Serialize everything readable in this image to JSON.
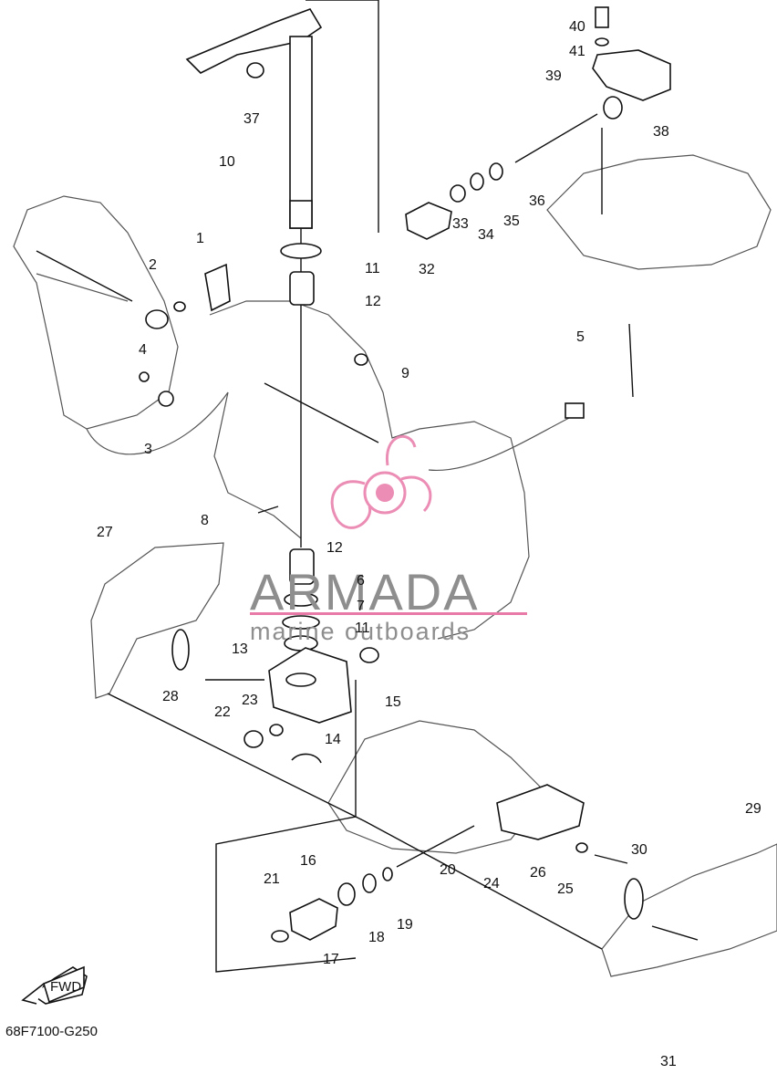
{
  "diagram_code": "68F7100-G250",
  "fwd_label": "FWD",
  "watermark": {
    "brand": "ARMADA",
    "tagline": "marine outboards",
    "logo_color": "#e87aa8",
    "text_color": "#8e8e8e"
  },
  "callouts": [
    "40",
    "41",
    "39",
    "38",
    "37",
    "10",
    "36",
    "35",
    "34",
    "33",
    "32",
    "1",
    "2",
    "11",
    "12",
    "4",
    "9",
    "5",
    "3",
    "8",
    "27",
    "12",
    "6",
    "7",
    "11",
    "13",
    "15",
    "28",
    "23",
    "22",
    "14",
    "29",
    "30",
    "16",
    "21",
    "20",
    "24",
    "26",
    "25",
    "19",
    "18",
    "17",
    "31"
  ]
}
